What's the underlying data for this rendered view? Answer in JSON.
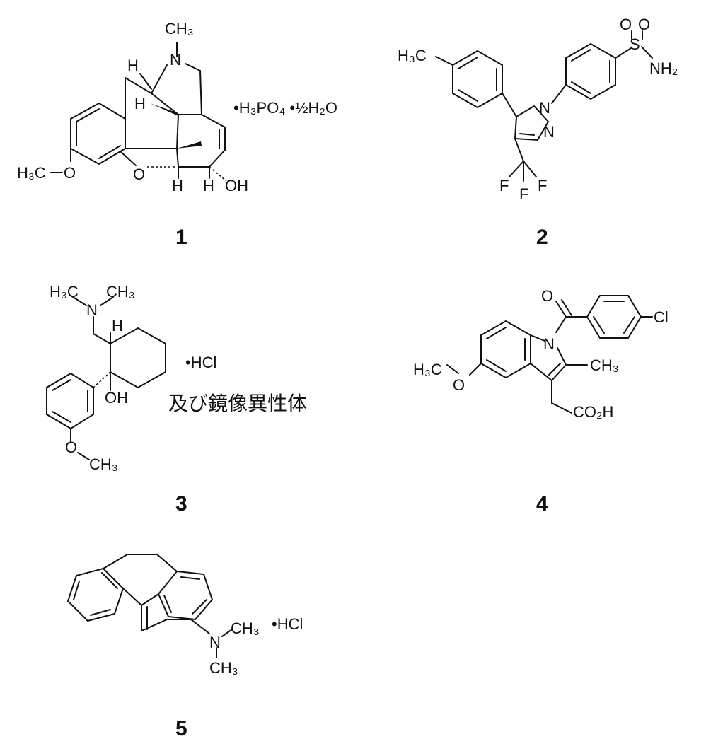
{
  "compounds": [
    {
      "number": "1",
      "salt": "•H₃PO₄ •½H₂O",
      "atoms": {
        "n_methyl": "CH₃",
        "n": "N",
        "h1": "H",
        "h2": "H",
        "o_ring": "O",
        "h3": "H",
        "h4": "H",
        "oh": "OH",
        "methoxy": "H₃C",
        "methoxy_o": "O"
      }
    },
    {
      "number": "2",
      "atoms": {
        "me": "H₃C",
        "n1": "N",
        "n2": "N",
        "s": "S",
        "o1": "O",
        "o2": "O",
        "nh2": "NH₂",
        "f1": "F",
        "f2": "F",
        "f3": "F"
      }
    },
    {
      "number": "3",
      "salt": "•HCl",
      "note": "及び鏡像異性体",
      "atoms": {
        "me1": "H₃C",
        "n": "N",
        "me2": "CH₃",
        "h": "H",
        "oh": "OH",
        "o": "O",
        "ome": "CH₃"
      }
    },
    {
      "number": "4",
      "atoms": {
        "o_carbonyl": "O",
        "n": "N",
        "cl": "Cl",
        "me": "CH₃",
        "methoxy": "H₃C",
        "o": "O",
        "acid": "CO₂H"
      }
    },
    {
      "number": "5",
      "salt": "•HCl",
      "atoms": {
        "n": "N",
        "me1": "CH₃",
        "me2": "CH₃"
      }
    }
  ]
}
